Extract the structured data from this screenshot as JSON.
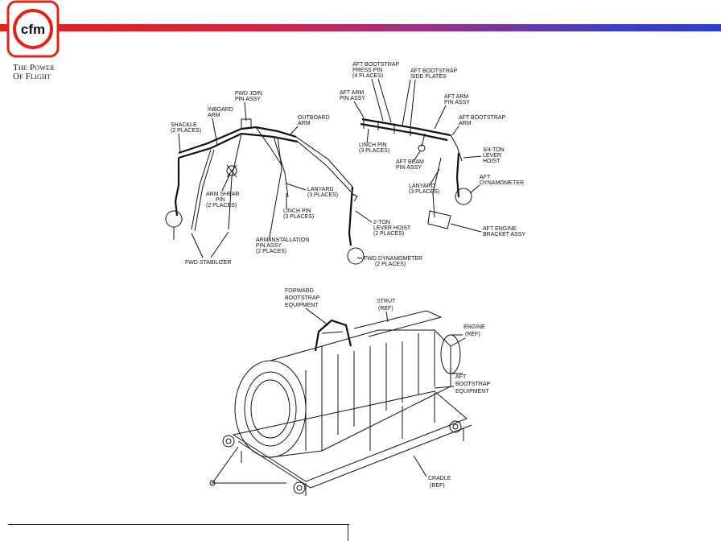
{
  "brand": {
    "logo_text": "cfm",
    "tagline_line1": "The Power",
    "tagline_line2": "Of Flight",
    "logo_color": "#e2231a",
    "bar_gradient": [
      "#e2231a",
      "#9d2f8c",
      "#2d3fd0"
    ]
  },
  "forward_bootstrap": {
    "shackle": [
      "SHACKLE",
      "(2 PLACES)"
    ],
    "inboard_arm": [
      "INBOARD",
      "ARM"
    ],
    "fwd_join_pin": [
      "FWD JOIN",
      "PIN ASSY"
    ],
    "outboard_arm": [
      "OUTBOARD",
      "ARM"
    ],
    "arm_shear_pin": [
      "ARM SHEAR",
      "PIN",
      "(2 PLACES)"
    ],
    "lanyard": [
      "LANYARD",
      "(3 PLACES)"
    ],
    "linch_pin": [
      "LINCH PIN",
      "(3 PLACES)"
    ],
    "lever_hoist": [
      "2-TON",
      "LEVER HOIST",
      "(2 PLACES)"
    ],
    "arm_installation": [
      "ARM INSTALLATION",
      "PIN ASSY",
      "(2 PLACES)"
    ],
    "fwd_stabilizer": [
      "FWD STABILIZER"
    ],
    "fwd_dynamometer": [
      "FWD DYNAMOMETER",
      "(2 PLACES)"
    ]
  },
  "aft_bootstrap": {
    "press_pin": [
      "AFT BOOTSTRAP",
      "PRESS PIN",
      "(4 PLACES)"
    ],
    "side_plates": [
      "AFT BOOTSTRAP",
      "SIDE PLATES"
    ],
    "aft_arm_pin_left": [
      "AFT ARM",
      "PIN ASSY"
    ],
    "aft_arm_pin_right": [
      "AFT ARM",
      "PIN ASSY"
    ],
    "aft_bootstrap_arm": [
      "AFT BOOTSTRAP",
      "ARM"
    ],
    "linch_pin": [
      "LINCH PIN",
      "(3 PLACES)"
    ],
    "lever_hoist": [
      "3/4-TON",
      "LEVER",
      "HOIST"
    ],
    "aft_beam_pin": [
      "AFT BEAM",
      "PIN ASSY"
    ],
    "lanyard": [
      "LANYARD",
      "(3 PLACES)"
    ],
    "aft_dynamometer": [
      "AFT",
      "DYNAMOMETER"
    ],
    "aft_engine_bracket": [
      "AFT ENGINE",
      "BRACKET ASSY"
    ]
  },
  "engine_assembly": {
    "forward_bootstrap_equipment": [
      "FORWARD",
      "BOOTSTRAP",
      "EQUIPMENT"
    ],
    "strut": [
      "STRUT",
      "(REF)"
    ],
    "engine": [
      "ENGINE",
      "(REF)"
    ],
    "aft_bootstrap_equipment": [
      "AFT",
      "BOOTSTRAP",
      "EQUIPMENT"
    ],
    "cradle": [
      "CRADLE",
      "(REF)"
    ]
  }
}
